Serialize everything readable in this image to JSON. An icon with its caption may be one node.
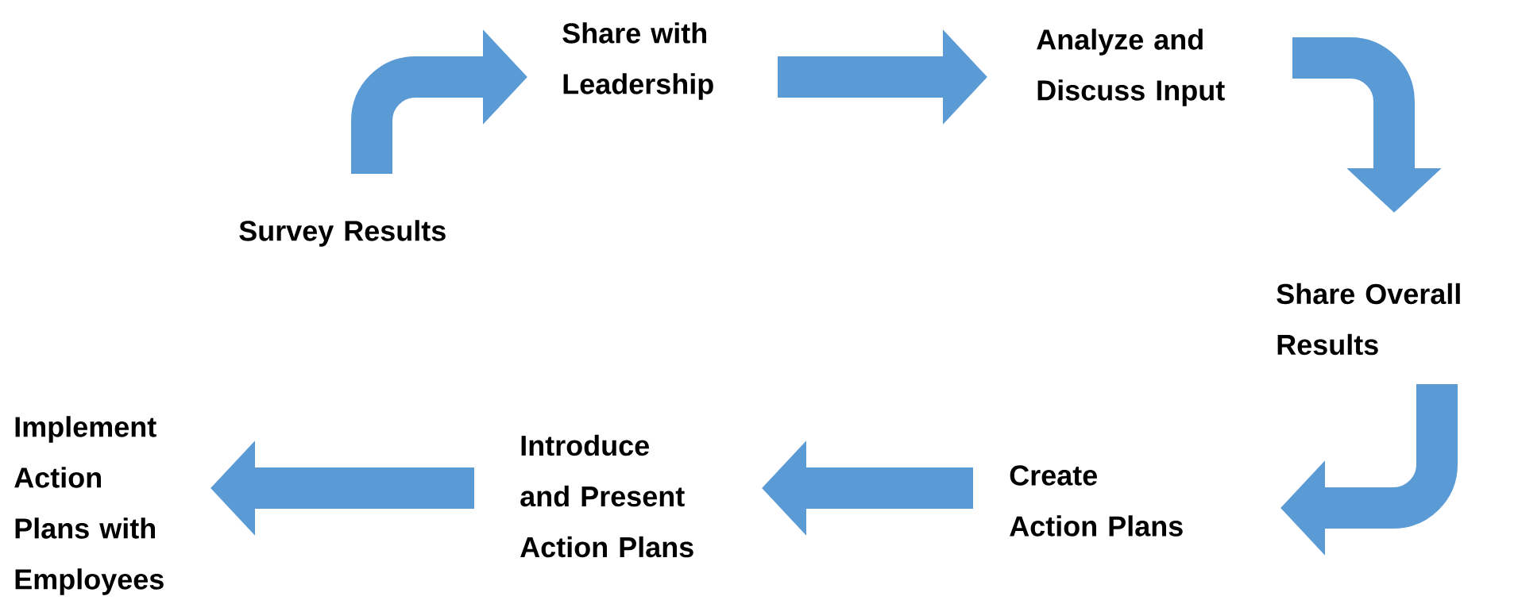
{
  "diagram": {
    "nodes": [
      {
        "text": [
          "Survey Results"
        ]
      },
      {
        "text": [
          "Share with Leadership"
        ]
      },
      {
        "text": [
          "Analyze and Discuss Input"
        ]
      },
      {
        "text": [
          "Share Overall Results"
        ]
      },
      {
        "text": [
          "Create Action Plans"
        ]
      },
      {
        "text": [
          "Introduce and Present Action Plans"
        ]
      },
      {
        "text": [
          "Implement Action Plans with Employees"
        ]
      }
    ],
    "edges": [
      {
        "from": 0,
        "to": 1,
        "arrow": "to"
      },
      {
        "from": 1,
        "to": 2,
        "arrow": "to"
      },
      {
        "from": 2,
        "to": 3,
        "arrow": "to"
      },
      {
        "from": 3,
        "to": 4,
        "arrow": "to"
      },
      {
        "from": 4,
        "to": 5,
        "arrow": "to"
      },
      {
        "from": 5,
        "to": 6,
        "arrow": "to"
      }
    ]
  }
}
